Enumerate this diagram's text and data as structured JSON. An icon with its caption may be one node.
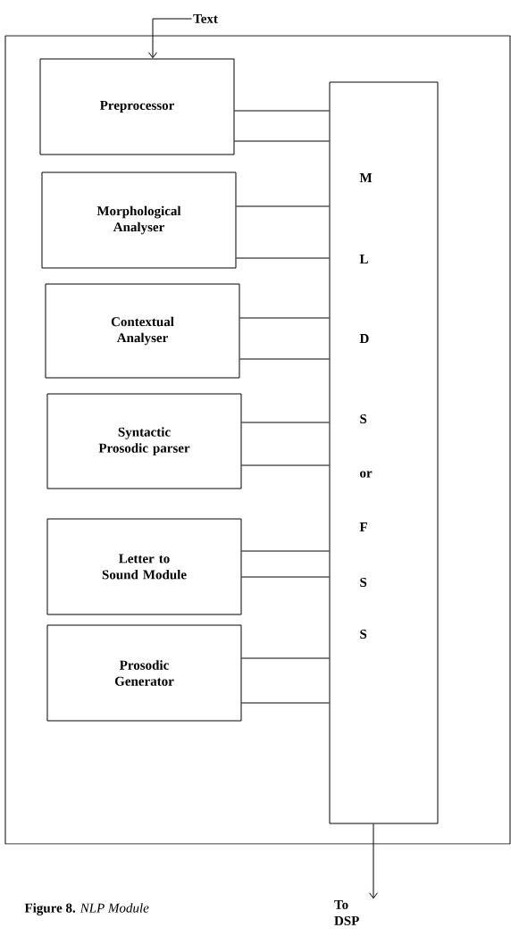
{
  "diagram": {
    "caption": "**Figure 8.** *NLP Module*",
    "nodes": [
      {
        "text": [],
        "shape": "box"
      },
      {
        "text": [
          "Text"
        ]
      },
      {
        "text": [
          "Preprocessor"
        ],
        "in": 0
      },
      {
        "text": [
          "Morphological Analyser"
        ],
        "in": 0
      },
      {
        "text": [
          "Contextual Analyser"
        ],
        "in": 0
      },
      {
        "text": [
          "Syntactic Prosodic parser"
        ],
        "in": 0
      },
      {
        "text": [
          "Letter to Sound Module"
        ],
        "in": 0
      },
      {
        "text": [
          "Prosodic Generator"
        ],
        "in": 0
      },
      {
        "text": [
          "M",
          "L",
          "D",
          "S",
          "or",
          "F",
          "S",
          "S"
        ],
        "in": 0
      },
      {
        "text": [
          "To DSP"
        ]
      }
    ],
    "edges": [
      {
        "from": 1,
        "to": 2,
        "arrow": "to"
      },
      {
        "from": 2,
        "to": 8,
        "arrow": "none"
      },
      {
        "from": 2,
        "to": 8,
        "arrow": "none"
      },
      {
        "from": 3,
        "to": 8,
        "arrow": "none"
      },
      {
        "from": 3,
        "to": 8,
        "arrow": "none"
      },
      {
        "from": 4,
        "to": 8,
        "arrow": "none"
      },
      {
        "from": 4,
        "to": 8,
        "arrow": "none"
      },
      {
        "from": 5,
        "to": 8,
        "arrow": "none"
      },
      {
        "from": 5,
        "to": 8,
        "arrow": "none"
      },
      {
        "from": 6,
        "to": 8,
        "arrow": "none"
      },
      {
        "from": 6,
        "to": 8,
        "arrow": "none"
      },
      {
        "from": 7,
        "to": 8,
        "arrow": "none"
      },
      {
        "from": 7,
        "to": 8,
        "arrow": "none"
      },
      {
        "from": 8,
        "to": 9,
        "arrow": "to"
      }
    ]
  }
}
